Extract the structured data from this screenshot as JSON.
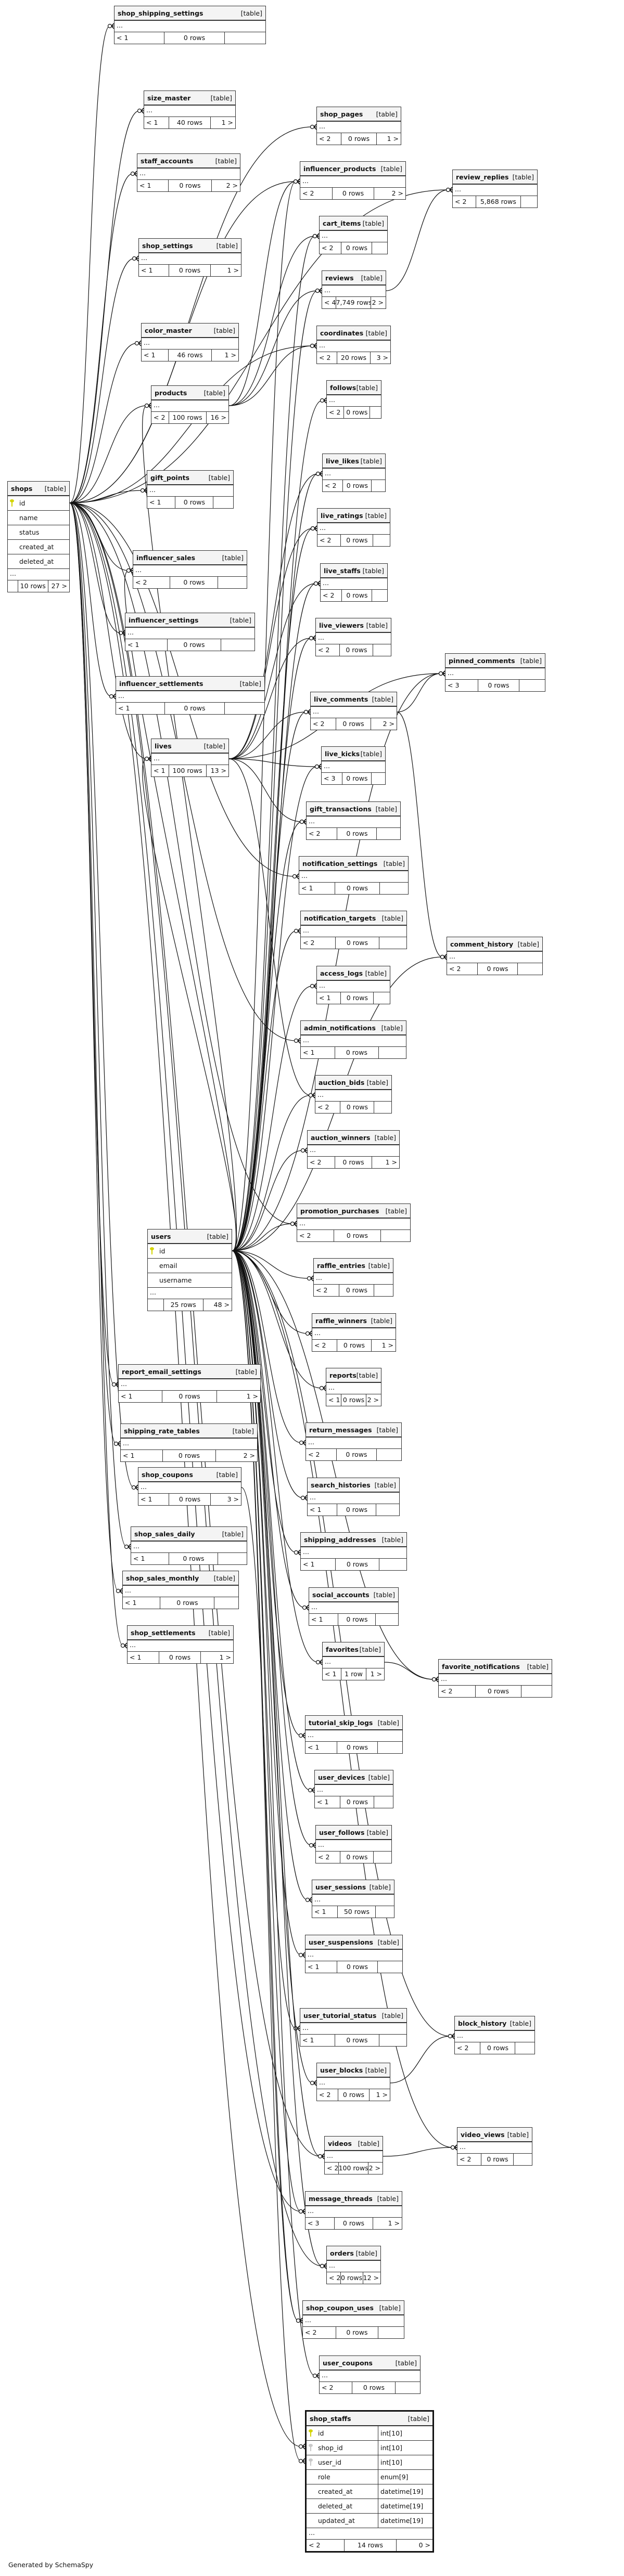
{
  "colors": {
    "border": "#333333",
    "header_bg": "#f4f4f4",
    "pk_key": "#d4d400",
    "fk_key": "#c8c8c8",
    "line": "#111111"
  },
  "type_label": "[table]",
  "ellipsis": "...",
  "footer": "Generated by SchemaSpy",
  "tables": [
    {
      "name": "shop_shipping_settings",
      "parents": "< 1",
      "rows": "0 rows",
      "children": ""
    },
    {
      "name": "size_master",
      "parents": "< 1",
      "rows": "40 rows",
      "children": "1 >"
    },
    {
      "name": "staff_accounts",
      "parents": "< 1",
      "rows": "0 rows",
      "children": "2 >"
    },
    {
      "name": "shop_settings",
      "parents": "< 1",
      "rows": "0 rows",
      "children": "1 >"
    },
    {
      "name": "color_master",
      "parents": "< 1",
      "rows": "46 rows",
      "children": "1 >"
    },
    {
      "name": "products",
      "parents": "< 2",
      "rows": "100 rows",
      "children": "16 >"
    },
    {
      "name": "gift_points",
      "parents": "< 1",
      "rows": "0 rows",
      "children": ""
    },
    {
      "name": "influencer_sales",
      "parents": "< 2",
      "rows": "0 rows",
      "children": ""
    },
    {
      "name": "influencer_settings",
      "parents": "< 1",
      "rows": "0 rows",
      "children": ""
    },
    {
      "name": "influencer_settlements",
      "parents": "< 1",
      "rows": "0 rows",
      "children": ""
    },
    {
      "name": "lives",
      "parents": "< 1",
      "rows": "100 rows",
      "children": "13 >"
    },
    {
      "name": "shop_pages",
      "parents": "< 2",
      "rows": "0 rows",
      "children": "1 >"
    },
    {
      "name": "influencer_products",
      "parents": "< 2",
      "rows": "0 rows",
      "children": "2 >"
    },
    {
      "name": "cart_items",
      "parents": "< 2",
      "rows": "0 rows",
      "children": ""
    },
    {
      "name": "reviews",
      "parents": "< 4",
      "rows": "7,749 rows",
      "children": "2 >"
    },
    {
      "name": "coordinates",
      "parents": "< 2",
      "rows": "20 rows",
      "children": "3 >"
    },
    {
      "name": "follows",
      "parents": "< 2",
      "rows": "0 rows",
      "children": ""
    },
    {
      "name": "live_likes",
      "parents": "< 2",
      "rows": "0 rows",
      "children": ""
    },
    {
      "name": "live_ratings",
      "parents": "< 2",
      "rows": "0 rows",
      "children": ""
    },
    {
      "name": "live_staffs",
      "parents": "< 2",
      "rows": "0 rows",
      "children": ""
    },
    {
      "name": "live_viewers",
      "parents": "< 2",
      "rows": "0 rows",
      "children": ""
    },
    {
      "name": "live_comments",
      "parents": "< 2",
      "rows": "0 rows",
      "children": "2 >"
    },
    {
      "name": "live_kicks",
      "parents": "< 3",
      "rows": "0 rows",
      "children": ""
    },
    {
      "name": "gift_transactions",
      "parents": "< 2",
      "rows": "0 rows",
      "children": ""
    },
    {
      "name": "notification_settings",
      "parents": "< 1",
      "rows": "0 rows",
      "children": ""
    },
    {
      "name": "notification_targets",
      "parents": "< 2",
      "rows": "0 rows",
      "children": ""
    },
    {
      "name": "access_logs",
      "parents": "< 1",
      "rows": "0 rows",
      "children": ""
    },
    {
      "name": "admin_notifications",
      "parents": "< 1",
      "rows": "0 rows",
      "children": ""
    },
    {
      "name": "auction_bids",
      "parents": "< 2",
      "rows": "0 rows",
      "children": ""
    },
    {
      "name": "auction_winners",
      "parents": "< 2",
      "rows": "0 rows",
      "children": "1 >"
    },
    {
      "name": "promotion_purchases",
      "parents": "< 2",
      "rows": "0 rows",
      "children": ""
    },
    {
      "name": "raffle_entries",
      "parents": "< 2",
      "rows": "0 rows",
      "children": ""
    },
    {
      "name": "raffle_winners",
      "parents": "< 2",
      "rows": "0 rows",
      "children": "1 >"
    },
    {
      "name": "reports",
      "parents": "< 1",
      "rows": "0 rows",
      "children": "2 >"
    },
    {
      "name": "return_messages",
      "parents": "< 2",
      "rows": "0 rows",
      "children": ""
    },
    {
      "name": "search_histories",
      "parents": "< 1",
      "rows": "0 rows",
      "children": ""
    },
    {
      "name": "shipping_addresses",
      "parents": "< 1",
      "rows": "0 rows",
      "children": ""
    },
    {
      "name": "social_accounts",
      "parents": "< 1",
      "rows": "0 rows",
      "children": ""
    },
    {
      "name": "favorites",
      "parents": "< 1",
      "rows": "1 row",
      "children": "1 >"
    },
    {
      "name": "tutorial_skip_logs",
      "parents": "< 1",
      "rows": "0 rows",
      "children": ""
    },
    {
      "name": "user_devices",
      "parents": "< 1",
      "rows": "0 rows",
      "children": ""
    },
    {
      "name": "user_follows",
      "parents": "< 2",
      "rows": "0 rows",
      "children": ""
    },
    {
      "name": "user_sessions",
      "parents": "< 1",
      "rows": "50 rows",
      "children": ""
    },
    {
      "name": "user_suspensions",
      "parents": "< 1",
      "rows": "0 rows",
      "children": ""
    },
    {
      "name": "user_tutorial_status",
      "parents": "< 1",
      "rows": "0 rows",
      "children": ""
    },
    {
      "name": "user_blocks",
      "parents": "< 2",
      "rows": "0 rows",
      "children": "1 >"
    },
    {
      "name": "videos",
      "parents": "< 2",
      "rows": "100 rows",
      "children": "2 >"
    },
    {
      "name": "message_threads",
      "parents": "< 3",
      "rows": "0 rows",
      "children": "1 >"
    },
    {
      "name": "orders",
      "parents": "< 2",
      "rows": "0 rows",
      "children": "12 >"
    },
    {
      "name": "shop_coupon_uses",
      "parents": "< 2",
      "rows": "0 rows",
      "children": ""
    },
    {
      "name": "user_coupons",
      "parents": "< 2",
      "rows": "0 rows",
      "children": ""
    },
    {
      "name": "report_email_settings",
      "parents": "< 1",
      "rows": "0 rows",
      "children": "1 >"
    },
    {
      "name": "shipping_rate_tables",
      "parents": "< 1",
      "rows": "0 rows",
      "children": "2 >"
    },
    {
      "name": "shop_coupons",
      "parents": "< 1",
      "rows": "0 rows",
      "children": "3 >"
    },
    {
      "name": "shop_sales_daily",
      "parents": "< 1",
      "rows": "0 rows",
      "children": ""
    },
    {
      "name": "shop_sales_monthly",
      "parents": "< 1",
      "rows": "0 rows",
      "children": ""
    },
    {
      "name": "shop_settlements",
      "parents": "< 1",
      "rows": "0 rows",
      "children": "1 >"
    },
    {
      "name": "review_replies",
      "parents": "< 2",
      "rows": "5,868 rows",
      "children": ""
    },
    {
      "name": "pinned_comments",
      "parents": "< 3",
      "rows": "0 rows",
      "children": ""
    },
    {
      "name": "comment_history",
      "parents": "< 2",
      "rows": "0 rows",
      "children": ""
    },
    {
      "name": "favorite_notifications",
      "parents": "< 2",
      "rows": "0 rows",
      "children": ""
    },
    {
      "name": "block_history",
      "parents": "< 2",
      "rows": "0 rows",
      "children": ""
    },
    {
      "name": "video_views",
      "parents": "< 2",
      "rows": "0 rows",
      "children": ""
    }
  ],
  "shops": {
    "name": "shops",
    "columns": [
      {
        "name": "id",
        "key": "pk"
      },
      {
        "name": "name"
      },
      {
        "name": "status"
      },
      {
        "name": "created_at"
      },
      {
        "name": "deleted_at"
      }
    ],
    "parents": "",
    "rows": "10 rows",
    "children": "27 >"
  },
  "users": {
    "name": "users",
    "columns": [
      {
        "name": "id",
        "key": "pk"
      },
      {
        "name": "email"
      },
      {
        "name": "username"
      }
    ],
    "parents": "",
    "rows": "25 rows",
    "children": "48 >"
  },
  "shop_staffs": {
    "name": "shop_staffs",
    "columns": [
      {
        "name": "id",
        "type": "int[10]",
        "key": "pk"
      },
      {
        "name": "shop_id",
        "type": "int[10]",
        "key": "fk"
      },
      {
        "name": "user_id",
        "type": "int[10]",
        "key": "fk"
      },
      {
        "name": "role",
        "type": "enum[9]"
      },
      {
        "name": "created_at",
        "type": "datetime[19]"
      },
      {
        "name": "deleted_at",
        "type": "datetime[19]"
      },
      {
        "name": "updated_at",
        "type": "datetime[19]"
      }
    ],
    "parents": "< 2",
    "rows": "14 rows",
    "children": "0 >"
  }
}
